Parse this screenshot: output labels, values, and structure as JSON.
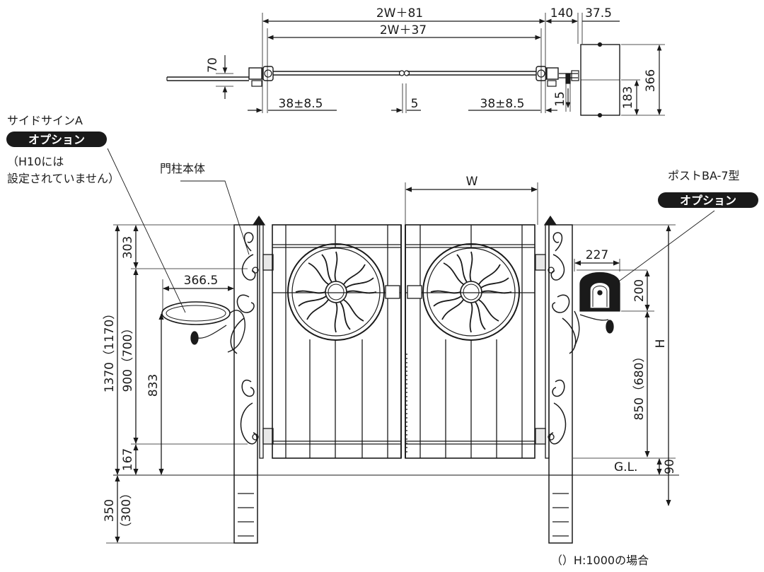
{
  "top_view": {
    "dims": {
      "overall_outer": "2W＋81",
      "overall_inner": "2W＋37",
      "post_gap": "140",
      "box_depth": "37.5",
      "left_h": "70",
      "offset_left": "38±8.5",
      "center_gap": "5",
      "offset_right": "38±8.5",
      "small_15": "15",
      "box_half": "183",
      "box_total": "366"
    }
  },
  "left_labels": {
    "sign_title": "サイドサインA",
    "option_badge": "オプション",
    "note_line1": "（H10には",
    "note_line2": "設定されていません）",
    "post_body": "門柱本体"
  },
  "right_labels": {
    "post_box": "ポストBA-7型",
    "option_badge": "オプション"
  },
  "front_view": {
    "dims": {
      "w": "W",
      "d303": "303",
      "d366_5": "366.5",
      "d1370": "1370（1170）",
      "d900": "900（700）",
      "d833": "833",
      "d167": "167",
      "d350a": "350",
      "d350b": "（300）",
      "d227": "227",
      "d200": "200",
      "h": "H",
      "d850": "850（680）",
      "gl": "G.L.",
      "d90": "90"
    },
    "footnote": "（）H:1000の場合"
  }
}
